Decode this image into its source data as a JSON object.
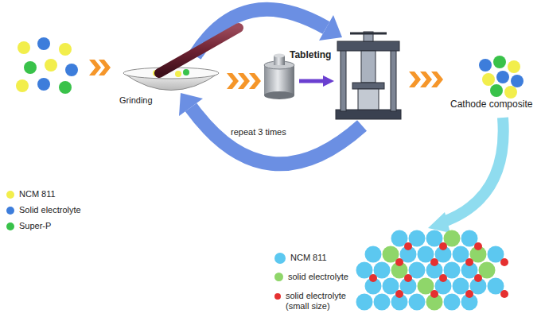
{
  "diagram": {
    "labels": [
      "Grinding",
      "Tableting",
      "repeat 3 times",
      "Cathode composite"
    ],
    "legend": [
      {
        "text": "NCM 811",
        "color": "#f2ee4c"
      },
      {
        "text": "Solid electrolyte",
        "color": "#3d7ddb"
      },
      {
        "text": "Super-P",
        "color": "#39c24a"
      },
      {
        "text": "NCM 811",
        "color": "#5cc8f0"
      },
      {
        "text": "solid electrolyte",
        "color": "#8fd66a"
      },
      {
        "text": "solid electrolyte (small size)",
        "color": "#e53030"
      }
    ]
  }
}
